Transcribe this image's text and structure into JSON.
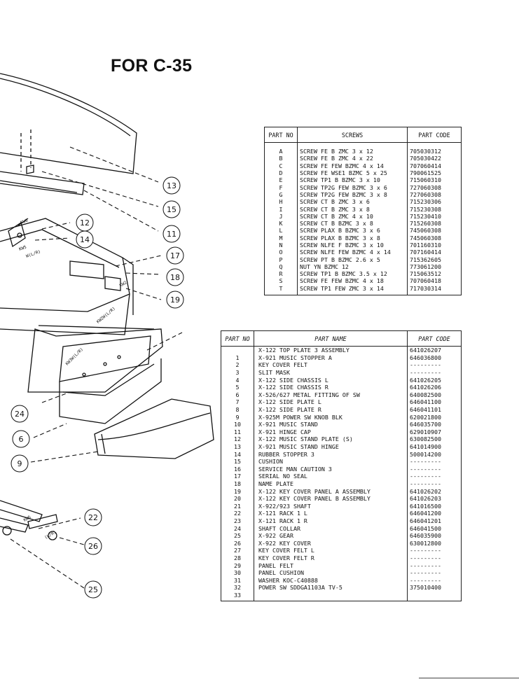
{
  "page_title": "FOR C-35",
  "diagram": {
    "callouts": [
      "13",
      "15",
      "11",
      "12",
      "14",
      "17",
      "18",
      "19",
      "24",
      "6",
      "9",
      "22",
      "26",
      "25"
    ],
    "labels": {
      "kw6": "KW6",
      "kw5": "KW5",
      "kw5_sub": "W(L/R)",
      "kw2": "KW2",
      "kw2w": "KW2W(L/R)",
      "kw3w": "KW3W(L/R)",
      "kw6b": "KW6",
      "ki_sub": "(L/R)"
    }
  },
  "screws_table": {
    "headers": {
      "no": "PART NO",
      "name": "SCREWS",
      "code": "PART CODE"
    },
    "rows": [
      {
        "no": "A",
        "name": "SCREW FE B ZMC 3 x 12",
        "code": "705030312"
      },
      {
        "no": "B",
        "name": "SCREW FE B ZMC 4 x 22",
        "code": "705030422"
      },
      {
        "no": "C",
        "name": "SCREW FE FEW BZMC 4 x 14",
        "code": "707060414"
      },
      {
        "no": "D",
        "name": "SCREW FE WSE1 BZMC 5 x 25",
        "code": "790061525"
      },
      {
        "no": "E",
        "name": "SCREW TP1 B BZMC 3 x 10",
        "code": "715060310"
      },
      {
        "no": "F",
        "name": "SCREW TP2G FEW BZMC 3 x 6",
        "code": "727060308"
      },
      {
        "no": "G",
        "name": "SCREW TP2G FEW BZMC 3 x 8",
        "code": "727060308"
      },
      {
        "no": "H",
        "name": "SCREW CT B ZMC 3 x 6",
        "code": "715230306"
      },
      {
        "no": "I",
        "name": "SCREW CT B ZMC 3 x 8",
        "code": "715230308"
      },
      {
        "no": "J",
        "name": "SCREW CT B ZMC 4 x 10",
        "code": "715230410"
      },
      {
        "no": "K",
        "name": "SCREW CT B BZMC 3 x 8",
        "code": "715260308"
      },
      {
        "no": "L",
        "name": "SCREW PLAX B BZMC 3 x 6",
        "code": "745060308"
      },
      {
        "no": "M",
        "name": "SCREW PLAX B BZMC 3 x 8",
        "code": "745060308"
      },
      {
        "no": "N",
        "name": "SCREW NLFE F BZMC 3 x 10",
        "code": "701160310"
      },
      {
        "no": "O",
        "name": "SCREW NLFE FEW BZMC 4 x 14",
        "code": "707160414"
      },
      {
        "no": "P",
        "name": "SCREW PT B BZMC 2.6 x 5",
        "code": "715362605"
      },
      {
        "no": "Q",
        "name": "NUT YN BZMC 12",
        "code": "773061200"
      },
      {
        "no": "R",
        "name": "SCREW TP1 B BZMC 3.5 x 12",
        "code": "715063512"
      },
      {
        "no": "S",
        "name": "SCREW FE FEW BZMC 4 x 18",
        "code": "707060418"
      },
      {
        "no": "T",
        "name": "SCREW TP1 FEW ZMC 3 x 14",
        "code": "717030314"
      }
    ]
  },
  "parts_table": {
    "headers": {
      "no": "PART NO",
      "name": "PART NAME",
      "code": "PART CODE"
    },
    "rows": [
      {
        "no": "",
        "name": "X-122 TOP PLATE 3 ASSEMBLY",
        "code": "641026207"
      },
      {
        "no": "1",
        "name": "X-921 MUSIC STOPPER A",
        "code": "646036800"
      },
      {
        "no": "2",
        "name": "KEY COVER FELT",
        "code": "---------"
      },
      {
        "no": "3",
        "name": "SLIT MASK",
        "code": "---------"
      },
      {
        "no": "4",
        "name": "X-122 SIDE CHASSIS L",
        "code": "641026205"
      },
      {
        "no": "5",
        "name": "X-122 SIDE CHASSIS R",
        "code": "641026206"
      },
      {
        "no": "6",
        "name": "X-526/627 METAL FITTING OF SW",
        "code": "640082500"
      },
      {
        "no": "7",
        "name": "X-122 SIDE PLATE L",
        "code": "646041100"
      },
      {
        "no": "8",
        "name": "X-122 SIDE PLATE R",
        "code": "646041101"
      },
      {
        "no": "9",
        "name": "X-925M POWER SW KNOB BLK",
        "code": "620021800"
      },
      {
        "no": "10",
        "name": "X-921 MUSIC STAND",
        "code": "646035700"
      },
      {
        "no": "11",
        "name": "X-921 HINGE CAP",
        "code": "629010907"
      },
      {
        "no": "12",
        "name": "X-122 MUSIC STAND PLATE (S)",
        "code": "630082500"
      },
      {
        "no": "13",
        "name": "X-921 MUSIC STAND HINGE",
        "code": "641014900"
      },
      {
        "no": "14",
        "name": "RUBBER STOPPER 3",
        "code": "500014200"
      },
      {
        "no": "15",
        "name": "CUSHION",
        "code": "---------"
      },
      {
        "no": "16",
        "name": "SERVICE MAN CAUTION 3",
        "code": "---------"
      },
      {
        "no": "17",
        "name": "SERIAL NO SEAL",
        "code": "---------"
      },
      {
        "no": "18",
        "name": "NAME PLATE",
        "code": "---------"
      },
      {
        "no": "19",
        "name": "X-122 KEY COVER PANEL A ASSEMBLY",
        "code": "641026202"
      },
      {
        "no": "20",
        "name": "X-122 KEY COVER PANEL B ASSEMBLY",
        "code": "641026203"
      },
      {
        "no": "21",
        "name": "X-922/923 SHAFT",
        "code": "641016500"
      },
      {
        "no": "22",
        "name": "X-121 RACK 1 L",
        "code": "646041200"
      },
      {
        "no": "23",
        "name": "X-121 RACK 1 R",
        "code": "646041201"
      },
      {
        "no": "24",
        "name": "SHAFT COLLAR",
        "code": "646041500"
      },
      {
        "no": "25",
        "name": "X-922 GEAR",
        "code": "646035900"
      },
      {
        "no": "26",
        "name": "X-922 KEY COVER",
        "code": "630012800"
      },
      {
        "no": "27",
        "name": "KEY COVER FELT L",
        "code": "---------"
      },
      {
        "no": "28",
        "name": "KEY COVER FELT R",
        "code": "---------"
      },
      {
        "no": "29",
        "name": "PANEL FELT",
        "code": "---------"
      },
      {
        "no": "30",
        "name": "PANEL CUSHION",
        "code": "---------"
      },
      {
        "no": "31",
        "name": "WASHER KOC-C40888",
        "code": "---------"
      },
      {
        "no": "32",
        "name": "POWER SW SDDGA1103A TV-5",
        "code": "375010400"
      },
      {
        "no": "33",
        "name": "",
        "code": ""
      }
    ]
  }
}
